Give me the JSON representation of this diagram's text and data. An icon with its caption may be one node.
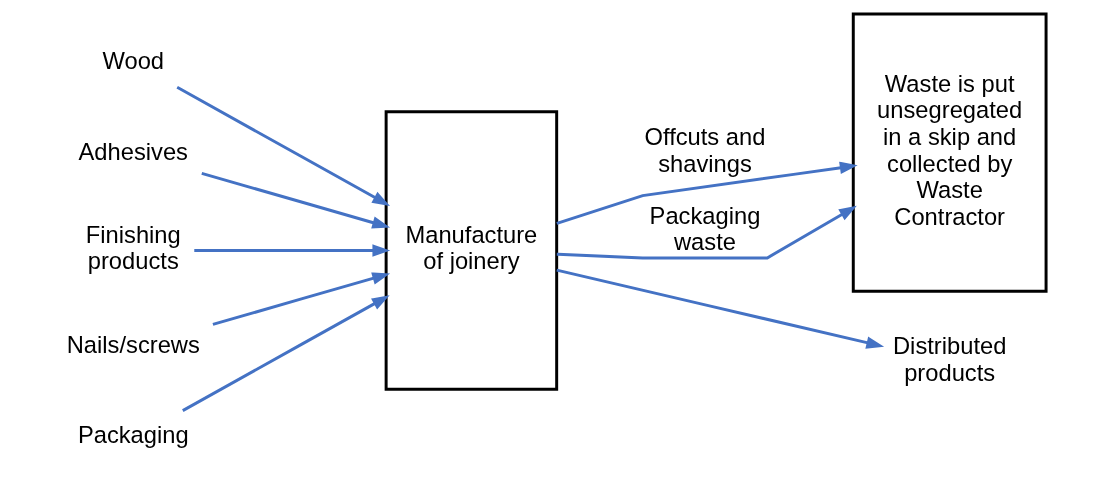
{
  "diagram": {
    "nodes": [
      {
        "text": [
          "Wood"
        ]
      },
      {
        "text": [
          "Adhesives"
        ]
      },
      {
        "text": [
          "Finishing products"
        ]
      },
      {
        "text": [
          "Nails/screws"
        ]
      },
      {
        "text": [
          "Packaging"
        ]
      },
      {
        "text": [
          "Manufacture of joinery"
        ]
      },
      {
        "text": [
          "Waste is put unsegregated in a skip and collected by Waste Contractor"
        ]
      },
      {
        "text": [
          "Distributed products"
        ]
      }
    ],
    "edges": [
      {
        "from": 0,
        "to": 5,
        "arrow": "to"
      },
      {
        "from": 1,
        "to": 5,
        "arrow": "to"
      },
      {
        "from": 2,
        "to": 5,
        "arrow": "to"
      },
      {
        "from": 3,
        "to": 5,
        "arrow": "to"
      },
      {
        "from": 4,
        "to": 5,
        "arrow": "to"
      },
      {
        "from": 5,
        "to": 6,
        "arrow": "to",
        "label": "Offcuts and shavings"
      },
      {
        "from": 5,
        "to": 6,
        "arrow": "to",
        "label": "Packaging waste"
      },
      {
        "from": 5,
        "to": 7,
        "arrow": "to"
      }
    ]
  }
}
